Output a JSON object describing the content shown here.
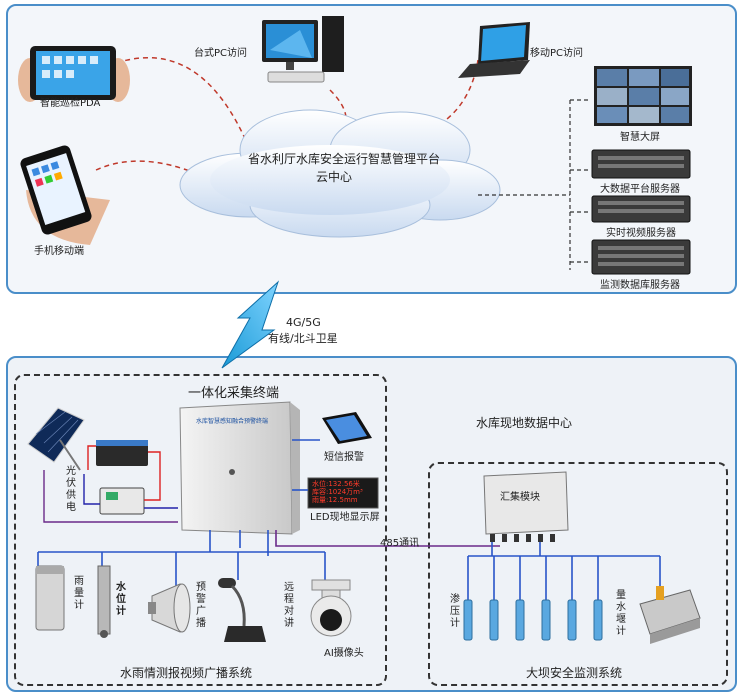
{
  "cloud": {
    "title": "省水利厅水库安全运行智慧管理平台",
    "subtitle": "云中心"
  },
  "top": {
    "desktop": "台式PC访问",
    "mobile_pc": "移动PC访问",
    "pda": "智能巡检PDA",
    "phone": "手机移动端",
    "servers": [
      "智慧大屏",
      "大数据平台服务器",
      "实时视频服务器",
      "监测数据库服务器"
    ]
  },
  "link": {
    "line1": "4G/5G",
    "line2": "有线/北斗卫星"
  },
  "terminal": {
    "title": "一体化采集终端",
    "box_label": "水库智慧感知融合预警终端",
    "sms": "短信报警",
    "led": "LED现地显示屏",
    "led_lines": [
      "水位:132.56米",
      "库容:1024万m³",
      "雨量:12.5mm"
    ],
    "solar": "光伏供电",
    "comm": "485通讯"
  },
  "rain_sensors": [
    "雨量计",
    "水位计",
    "预警广播",
    "远程对讲",
    "AI摄像头"
  ],
  "data_center": {
    "title": "水库现地数据中心",
    "module": "汇集模块"
  },
  "dam_sensors": {
    "piezometer": "渗压计",
    "weir": "量水堰计"
  },
  "systems": {
    "left": "水雨情测报视频广播系统",
    "right": "大坝安全监测系统"
  },
  "colors": {
    "panel_border": "#4a8ec9",
    "wire_blue": "#2855c8",
    "wire_purple": "#6a2a8a",
    "cloud_red_link": "#c0392b"
  }
}
